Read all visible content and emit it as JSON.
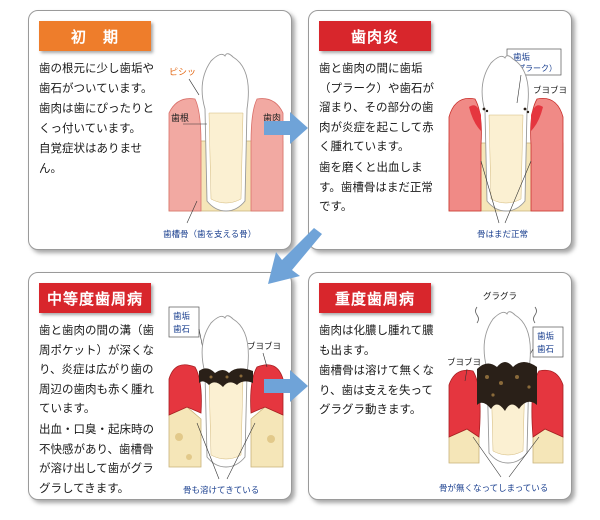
{
  "stages": [
    {
      "title": "初　期",
      "paragraphs": [
        "歯の根元に少し歯垢や歯石がついています。",
        "歯肉は歯にぴったりとくっ付いています。",
        "自覚症状はありません。"
      ],
      "labels": {
        "pishi": "ピシッ",
        "root": "歯根",
        "gum": "歯肉",
        "bone": "歯槽骨（歯を支える骨）"
      }
    },
    {
      "title": "歯肉炎",
      "paragraphs": [
        "歯と歯肉の間に歯垢（プラーク）や歯石が溜まり、その部分の歯肉が炎症を起こして赤く腫れています。",
        "歯を磨くと出血します。歯槽骨はまだ正常です。"
      ],
      "labels": {
        "plaque_1": "歯垢",
        "plaque_2": "（プラーク）",
        "swelling": "ブヨブヨ",
        "bone": "骨はまだ正常"
      }
    },
    {
      "title": "中等度歯周病",
      "paragraphs": [
        "歯と歯肉の間の溝（歯周ポケット）が深くなり、炎症は広がり歯の周辺の歯肉も赤く腫れています。",
        "出血・口臭・起床時の不快感があり、歯槽骨が溶け出して歯がグラグラしてきます。"
      ],
      "labels": {
        "plaque_1": "歯垢",
        "plaque_2": "歯石",
        "swelling": "ブヨブヨ",
        "bone": "骨も溶けてきている"
      }
    },
    {
      "title": "重度歯周病",
      "paragraphs": [
        "歯肉は化膿し腫れて膿も出ます。",
        "歯槽骨は溶けて無くなり、歯は支えを失ってグラグラ動きます。"
      ],
      "labels": {
        "wobble": "グラグラ",
        "plaque_1": "歯垢",
        "plaque_2": "歯石",
        "swelling": "ブヨブヨ",
        "bone": "骨が無くなってしまっている"
      }
    }
  ],
  "colors": {
    "title_orange": "#ee7d2b",
    "title_red": "#d8262c",
    "arrow": "#6fa3d8",
    "label_blue": "#1a3f8f",
    "label_orange": "#e36b1a",
    "gum": "#f2a9a2",
    "gum_inflamed": "#e5363f",
    "bone": "#f5e6b8",
    "tooth": "#ffffff",
    "tartar": "#2a2018"
  }
}
